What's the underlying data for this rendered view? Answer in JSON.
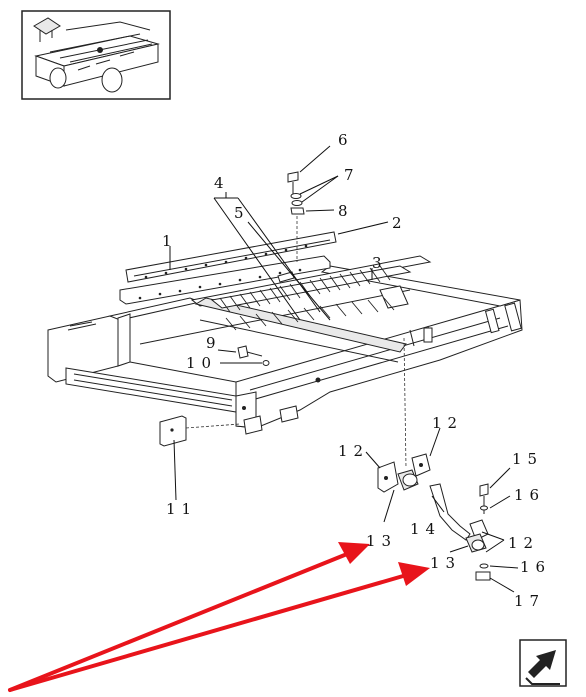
{
  "callouts": {
    "c1": "1",
    "c2": "2",
    "c3": "3",
    "c4": "4",
    "c5": "5",
    "c6": "6",
    "c7": "7",
    "c8": "8",
    "c9": "9",
    "c10": "10",
    "c11": "11",
    "c12a": "12",
    "c12b": "12",
    "c12c": "12",
    "c13a": "13",
    "c13b": "13",
    "c14": "14",
    "c15": "15",
    "c16a": "16",
    "c16b": "16",
    "c17": "17"
  },
  "colors": {
    "arrow": "#e8141b",
    "line": "#222222"
  },
  "icons": {
    "thumbnail": "machine-overview-thumbnail",
    "nav": "next-page-arrow-icon"
  }
}
